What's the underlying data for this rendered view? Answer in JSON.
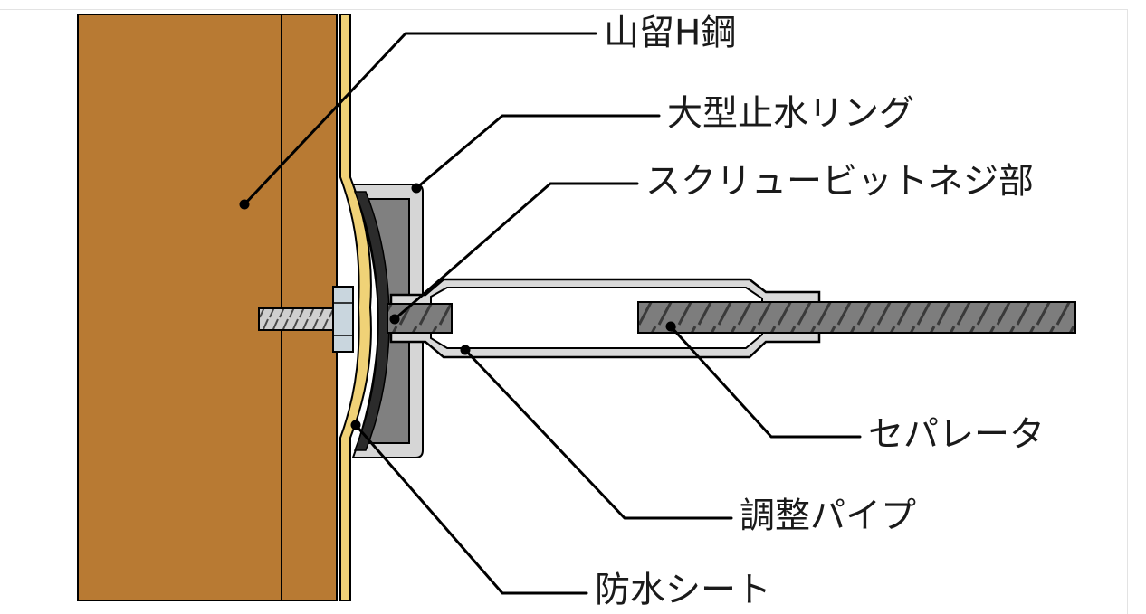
{
  "labels": {
    "h_beam": "山留H鋼",
    "water_stop_ring": "大型止水リング",
    "screw_bit": "スクリュービットネジ部",
    "separator": "セパレータ",
    "adjust_pipe": "調整パイプ",
    "waterproof_sheet": "防水シート"
  },
  "colors": {
    "h_beam": "#b87a33",
    "waterproof_sheet": "#f0d277",
    "ring_body": "#808080",
    "ring_frame": "#d6d6d6",
    "seal": "#2b2b2b",
    "bolt": "#c8c8c8",
    "nut": "#c9d6de",
    "pipe": "#d9d9d9",
    "separator_bar": "#7a7a7a",
    "separator_stripe": "#3d3d3d"
  }
}
